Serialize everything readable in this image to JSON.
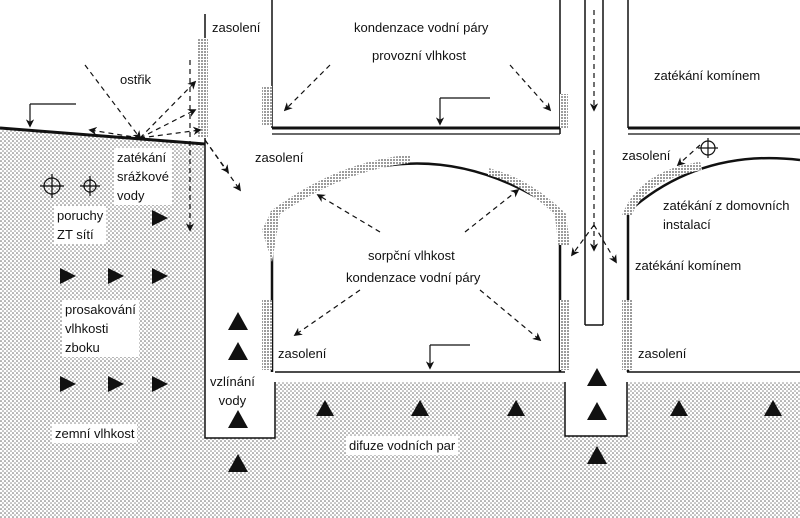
{
  "labels": {
    "zasoleni_top": "zasolení",
    "kondenzace_top": "kondenzace vodní páry",
    "provozni": "provozní vlhkost",
    "ostrik": "ostřik",
    "zatekani_kominem_top": "zatékání komínem",
    "zasoleni_left_mid": "zasolení",
    "zasoleni_right_mid": "zasolení",
    "zatekani_srazkove": "zatékání\nsrážkové\nvody",
    "poruchy": "poruchy\nZT sítí",
    "zatekani_domovni": "zatékání z domovních\ninstalací",
    "sorpcni": "sorpční vlhkost",
    "kondenzace_mid": "kondenzace vodní páry",
    "zatekani_kominem_mid": "zatékání komínem",
    "prosakovani": "prosakování\nvlhkosti\nzboku",
    "zasoleni_bottom_left": "zasolení",
    "zasoleni_bottom_right": "zasolení",
    "vzlinani": "vzlínání\nvody",
    "zemni": "zemní vlhkost",
    "difuze": "difuze vodních par"
  },
  "colors": {
    "ink": "#111111",
    "stipple": "#7a7a7a",
    "paper": "#ffffff"
  },
  "icons": [
    "crosshair-icon",
    "triangle-marker",
    "arrow-marker"
  ]
}
